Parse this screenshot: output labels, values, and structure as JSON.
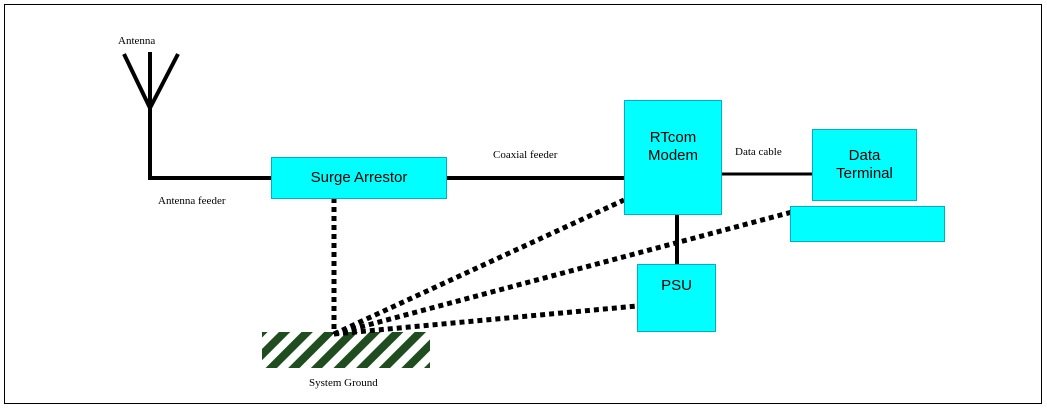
{
  "labels": {
    "antenna": "Antenna",
    "antenna_feeder": "Antenna feeder",
    "coaxial_feeder": "Coaxial feeder",
    "data_cable": "Data cable",
    "system_ground": "System Ground"
  },
  "boxes": {
    "surge_arrestor": "Surge Arrestor",
    "rtcom_modem": "RTcom\nModem",
    "data_terminal": "Data\nTerminal",
    "data_terminal_base": "",
    "psu": "PSU"
  },
  "colors": {
    "box_fill": "#00ffff",
    "line": "#000000",
    "ground_hatch": "#1f4d1f"
  }
}
